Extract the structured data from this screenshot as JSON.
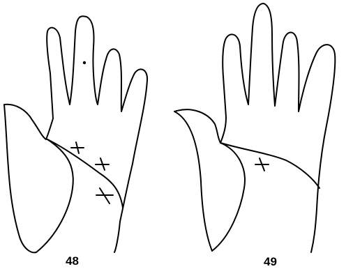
{
  "figures": [
    {
      "label": "48",
      "cross_marks": 3,
      "dot_marks": 1
    },
    {
      "label": "49",
      "cross_marks": 1,
      "dot_marks": 0
    }
  ],
  "colors": {
    "ink": "#000000",
    "background": "#ffffff"
  }
}
